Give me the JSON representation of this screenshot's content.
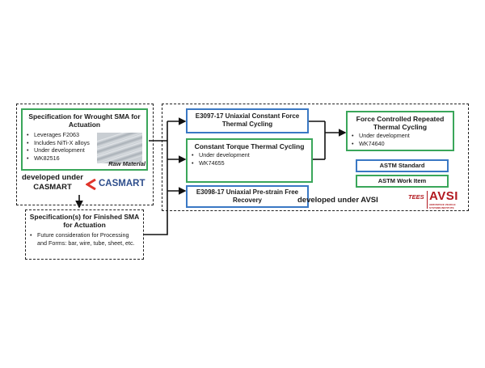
{
  "wrought": {
    "title": "Specification for Wrought SMA for Actuation",
    "bullets": [
      "Leverages F2063",
      "Includes NiTi-X alloys",
      "Under development",
      "WK82516"
    ],
    "image_caption": "Raw Material"
  },
  "casmart": {
    "developed_label": "developed under CASMART",
    "logo_text": "CASMART",
    "logo_color": "#2e4e8c",
    "mark_color": "#e0342a"
  },
  "finished": {
    "title": "Specification(s) for Finished SMA for Actuation",
    "bullets": [
      "Future consideration for Processing and Forms: bar, wire, tube, sheet, etc."
    ]
  },
  "e3097": {
    "title": "E3097-17 Uniaxial Constant Force Thermal Cycling"
  },
  "torque": {
    "title": "Constant Torque Thermal Cycling",
    "bullets": [
      "Under development",
      "WK74655"
    ]
  },
  "e3098": {
    "title": "E3098-17 Uniaxial Pre-strain Free Recovery"
  },
  "force": {
    "title": "Force Controlled Repeated Thermal Cycling",
    "bullets": [
      "Under development",
      "WK74640"
    ]
  },
  "legend": {
    "standard": "ASTM Standard",
    "work_item": "ASTM Work Item"
  },
  "avsi": {
    "developed_label": "developed under AVSI",
    "logo_small": "TEES",
    "logo_text": "AVSI",
    "logo_subtext": "AEROSPACE VEHICLE SYSTEMS INSTITUTE",
    "logo_color": "#b2181f"
  },
  "colors": {
    "green": "#3aa65a",
    "blue": "#3a78c4"
  }
}
